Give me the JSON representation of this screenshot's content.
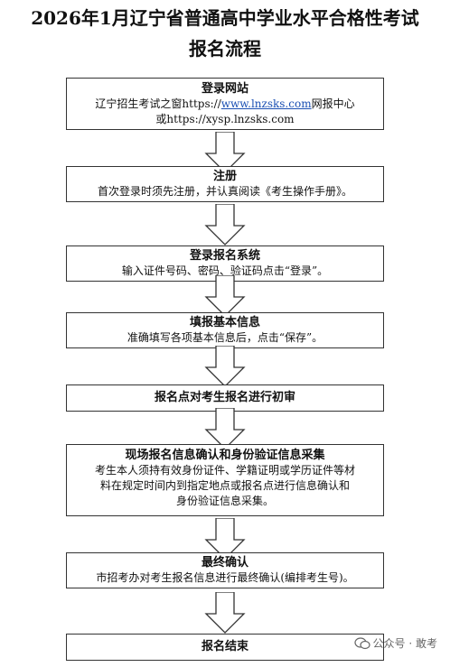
{
  "title": {
    "line1": "2026年1月辽宁省普通高中学业水平合格性考试",
    "line2": "报名流程"
  },
  "steps": [
    {
      "head": "登录网站",
      "text_a": "辽宁招生考试之窗https://",
      "text_link": "www.lnzsks.com",
      "text_b": "网报中心",
      "text_c": "或https://xysp.lnzsks.com"
    },
    {
      "head": "注册",
      "text": "首次登录时须先注册，并认真阅读《考生操作手册》。"
    },
    {
      "head": "登录报名系统",
      "text": "输入证件号码、密码、验证码点击“登录”。"
    },
    {
      "head": "填报基本信息",
      "text": "准确填写各项基本信息后，点击“保存”。"
    },
    {
      "head": "报名点对考生报名进行初审"
    },
    {
      "head": "现场报名信息确认和身份验证信息采集",
      "line1": "考生本人须持有效身份证件、学籍证明或学历证件等材",
      "line2": "料在规定时间内到指定地点或报名点进行信息确认和",
      "line3": "身份验证信息采集。"
    },
    {
      "head": "最终确认",
      "text": "市招考办对考生报名信息进行最终确认(编排考生号)。"
    },
    {
      "head": "报名结束"
    }
  ],
  "watermark": {
    "text": "公众号 · 敢考",
    "icon": "wechat-icon"
  }
}
